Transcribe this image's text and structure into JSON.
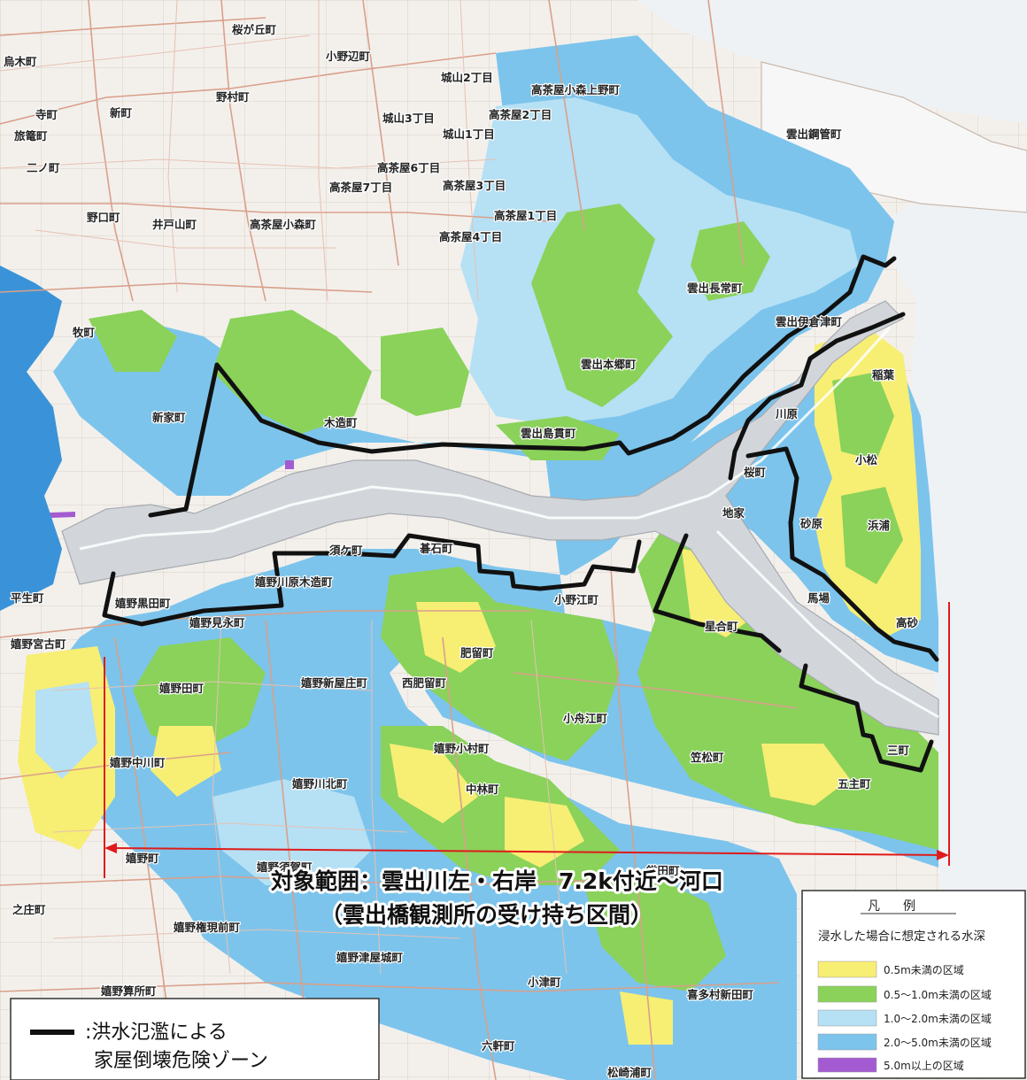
{
  "map": {
    "colors": {
      "base": "#f3f0ec",
      "road": "#d9a08a",
      "river": "#3a93d8",
      "sea": "#eef2f5",
      "lt05": "#f7ee74",
      "b05_10": "#8ad25a",
      "b10_20": "#b6e0f4",
      "b20_50": "#7cc4ec",
      "gt50": "#a45bd1",
      "danger_line": "#111111",
      "arrow": "#e01b1b"
    },
    "places": [
      {
        "id": "sakuragaoka",
        "text": "桜が丘町"
      },
      {
        "id": "onobe",
        "text": "小野辺町"
      },
      {
        "id": "shiroyama2",
        "text": "城山2丁目"
      },
      {
        "id": "takachaya-komorikamino",
        "text": "高茶屋小森上野町"
      },
      {
        "id": "karasugi",
        "text": "烏木町"
      },
      {
        "id": "nomura",
        "text": "野村町"
      },
      {
        "id": "shinmachi",
        "text": "新町"
      },
      {
        "id": "shiroyama3",
        "text": "城山3丁目"
      },
      {
        "id": "takachaya2",
        "text": "高茶屋2丁目"
      },
      {
        "id": "tera",
        "text": "寺町"
      },
      {
        "id": "hatago",
        "text": "旅篭町"
      },
      {
        "id": "shiroyama1",
        "text": "城山1丁目"
      },
      {
        "id": "ichishi-douganmachi",
        "text": "雲出鋼管町"
      },
      {
        "id": "ninomachi",
        "text": "二ノ町"
      },
      {
        "id": "takachaya6",
        "text": "高茶屋6丁目"
      },
      {
        "id": "takachaya7",
        "text": "高茶屋7丁目"
      },
      {
        "id": "takachaya3",
        "text": "高茶屋3丁目"
      },
      {
        "id": "noguchi",
        "text": "野口町"
      },
      {
        "id": "idoyama",
        "text": "井戸山町"
      },
      {
        "id": "takachaya-komori",
        "text": "高茶屋小森町"
      },
      {
        "id": "takachaya1",
        "text": "高茶屋1丁目"
      },
      {
        "id": "takachaya4",
        "text": "高茶屋4丁目"
      },
      {
        "id": "choujou",
        "text": "雲出長常町"
      },
      {
        "id": "makimachi",
        "text": "牧町"
      },
      {
        "id": "ikurazu",
        "text": "雲出伊倉津町"
      },
      {
        "id": "hongou",
        "text": "雲出本郷町"
      },
      {
        "id": "inahasi",
        "text": "稲葉"
      },
      {
        "id": "shinka",
        "text": "新家町"
      },
      {
        "id": "kizukuri",
        "text": "木造町"
      },
      {
        "id": "kawara",
        "text": "川原"
      },
      {
        "id": "shimamiya",
        "text": "雲出島貫町"
      },
      {
        "id": "komatsu",
        "text": "小松"
      },
      {
        "id": "sakuramachi",
        "text": "桜町"
      },
      {
        "id": "jike",
        "text": "地家"
      },
      {
        "id": "sunahara",
        "text": "砂原"
      },
      {
        "id": "hamaguri",
        "text": "浜浦"
      },
      {
        "id": "sugamachi",
        "text": "須ケ町"
      },
      {
        "id": "iseme",
        "text": "碁石町"
      },
      {
        "id": "kawarakizukuri",
        "text": "嬉野川原木造町"
      },
      {
        "id": "heisei",
        "text": "平生町"
      },
      {
        "id": "kuroda",
        "text": "嬉野黒田町"
      },
      {
        "id": "oneemachi",
        "text": "小野江町"
      },
      {
        "id": "baba",
        "text": "馬場"
      },
      {
        "id": "hoshiai",
        "text": "星合町"
      },
      {
        "id": "takasago",
        "text": "高砂"
      },
      {
        "id": "miyako",
        "text": "嬉野宮古町"
      },
      {
        "id": "minaga",
        "text": "嬉野見永町"
      },
      {
        "id": "hiru",
        "text": "肥留町"
      },
      {
        "id": "ita",
        "text": "嬉野田町"
      },
      {
        "id": "shinyashou",
        "text": "嬉野新屋庄町"
      },
      {
        "id": "nishihiru",
        "text": "西肥留町"
      },
      {
        "id": "kofunae",
        "text": "小舟江町"
      },
      {
        "id": "mimachi",
        "text": "三町"
      },
      {
        "id": "nakagawa",
        "text": "嬉野中川町"
      },
      {
        "id": "komura",
        "text": "嬉野小村町"
      },
      {
        "id": "kasamatsu",
        "text": "笠松町"
      },
      {
        "id": "kawakita",
        "text": "嬉野川北町"
      },
      {
        "id": "nakabayashi",
        "text": "中林町"
      },
      {
        "id": "gonushi",
        "text": "五主町"
      },
      {
        "id": "ureshino",
        "text": "嬉野町"
      },
      {
        "id": "sugano",
        "text": "嬉野須賀町"
      },
      {
        "id": "kamata",
        "text": "鎌田町"
      },
      {
        "id": "nosho",
        "text": "之庄町"
      },
      {
        "id": "gongen",
        "text": "嬉野権現前町"
      },
      {
        "id": "tsuyashiro",
        "text": "嬉野津屋城町"
      },
      {
        "id": "ozu",
        "text": "小津町"
      },
      {
        "id": "kitamura",
        "text": "喜多村新田町"
      },
      {
        "id": "suwa",
        "text": "嬉野算所町"
      },
      {
        "id": "rokken",
        "text": "六軒町"
      },
      {
        "id": "matsusakiura",
        "text": "松崎浦町"
      }
    ]
  },
  "range_annotation": {
    "line1": "対象範囲：雲出川左・右岸　7.2k付近～河口",
    "line2": "（雲出橋観測所の受け持ち区間）"
  },
  "legend": {
    "title": "凡　例",
    "subtitle": "浸水した場合に想定される水深",
    "items": [
      {
        "label": "0.5m未満の区域",
        "color": "#f7ee74"
      },
      {
        "label": "0.5～1.0m未満の区域",
        "color": "#8ad25a"
      },
      {
        "label": "1.0～2.0m未満の区域",
        "color": "#b6e0f4"
      },
      {
        "label": "2.0～5.0m未満の区域",
        "color": "#7cc4ec"
      },
      {
        "label": "5.0m以上の区域",
        "color": "#a45bd1"
      }
    ]
  },
  "danger_zone_legend": {
    "line1": ":洪水氾濫による",
    "line2": "家屋倒壊危険ゾーン"
  }
}
